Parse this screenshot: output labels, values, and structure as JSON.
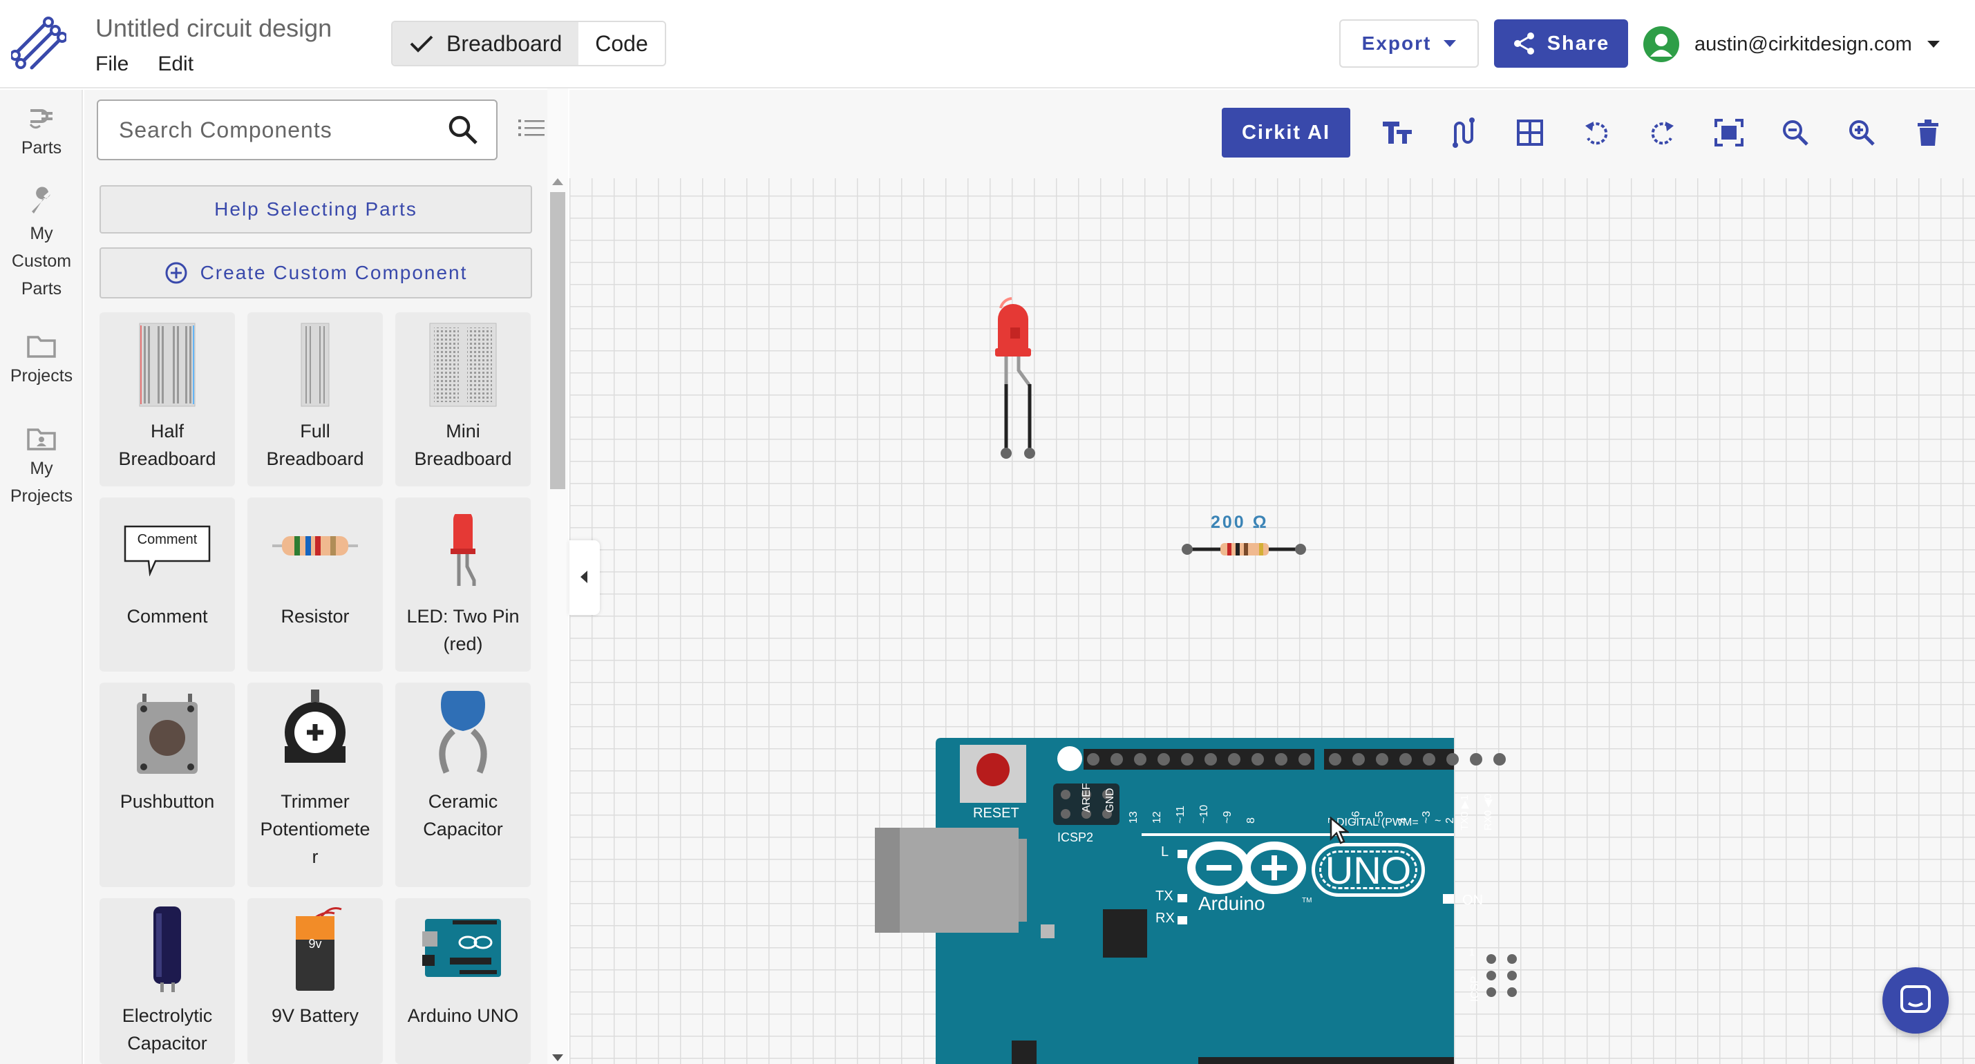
{
  "header": {
    "title": "Untitled circuit design",
    "menu": {
      "file": "File",
      "edit": "Edit"
    },
    "modes": {
      "breadboard": "Breadboard",
      "code": "Code"
    },
    "export_label": "Export",
    "share_label": "Share",
    "user_email": "austin@cirkitdesign.com"
  },
  "rail": {
    "parts": "Parts",
    "custom_parts": [
      "My",
      "Custom",
      "Parts"
    ],
    "projects": "Projects",
    "my_projects": [
      "My",
      "Projects"
    ]
  },
  "panel": {
    "search_placeholder": "Search Components",
    "help_label": "Help Selecting Parts",
    "custom_label": "Create Custom Component",
    "components": [
      {
        "lines": [
          "Half",
          "Breadboard"
        ]
      },
      {
        "lines": [
          "Full",
          "Breadboard"
        ]
      },
      {
        "lines": [
          "Mini",
          "Breadboard"
        ]
      },
      {
        "lines": [
          "Comment"
        ],
        "thumb_text": "Comment"
      },
      {
        "lines": [
          "Resistor"
        ]
      },
      {
        "lines": [
          "LED: Two Pin",
          "(red)"
        ]
      },
      {
        "lines": [
          "Pushbutton"
        ]
      },
      {
        "lines": [
          "Trimmer",
          "Potentiomete",
          "r"
        ]
      },
      {
        "lines": [
          "Ceramic",
          "Capacitor"
        ]
      },
      {
        "lines": [
          "Electrolytic",
          "Capacitor"
        ]
      },
      {
        "lines": [
          "9V Battery"
        ],
        "thumb_text": "9v"
      },
      {
        "lines": [
          "Arduino UNO"
        ]
      }
    ]
  },
  "canvas": {
    "ai_label": "Cirkit AI",
    "resistor_label": "200 Ω",
    "arduino": {
      "reset": "RESET",
      "icsp2": "ICSP2",
      "aref": "AREF",
      "gnd": "GND",
      "pins_left": [
        "13",
        "12",
        "~11",
        "~10",
        "~9",
        "8"
      ],
      "pins_right": [
        "7",
        "~6",
        "~5",
        "4",
        "~3",
        "2",
        "TX0 ▶1",
        "RX0 ◀0"
      ],
      "digital": "DIGITAL (PWM=",
      "digital_suffix": "~",
      "l": "L",
      "tx": "TX",
      "rx": "RX",
      "brand": "Arduino",
      "model": "UNO",
      "tm": "TM",
      "on": "ON",
      "icsp": "ICSP",
      "icsp_pin": "1"
    }
  },
  "colors": {
    "accent": "#3949ab",
    "board": "#10788f",
    "led": "#e53935",
    "avatar": "#2e9e47"
  }
}
